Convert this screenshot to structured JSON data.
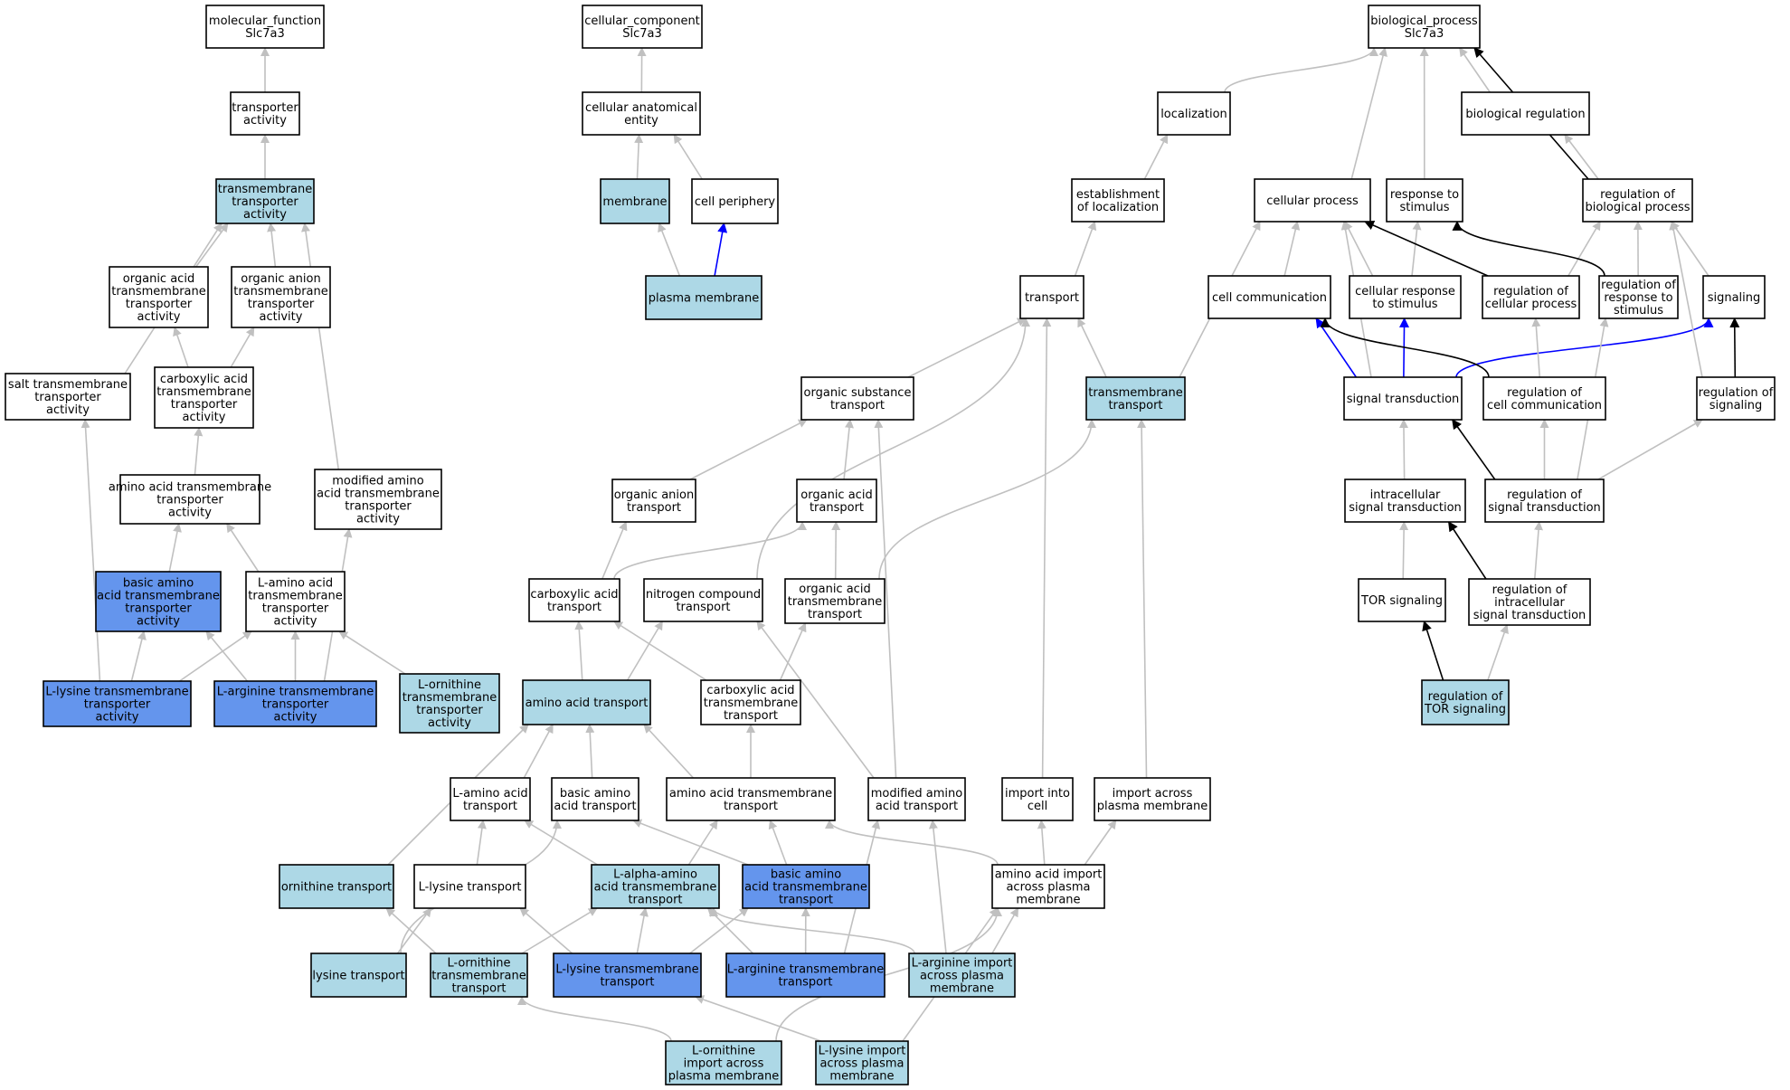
{
  "colors": {
    "plain": "#ffffff",
    "light": "#add8e6",
    "strong": "#6495ed",
    "edge_gray": "#c0c0c0",
    "edge_black": "#000000",
    "edge_blue": "#0000ff"
  },
  "nodes": {
    "mf_root": {
      "lines": [
        "molecular_function",
        "Slc7a3"
      ],
      "fill": "plain"
    },
    "transporter_activity": {
      "lines": [
        "transporter",
        "activity"
      ],
      "fill": "plain"
    },
    "tm_transporter_activity": {
      "lines": [
        "transmembrane",
        "transporter",
        "activity"
      ],
      "fill": "light"
    },
    "org_acid_tm_act": {
      "lines": [
        "organic acid",
        "transmembrane",
        "transporter",
        "activity"
      ],
      "fill": "plain"
    },
    "org_anion_tm_act": {
      "lines": [
        "organic anion",
        "transmembrane",
        "transporter",
        "activity"
      ],
      "fill": "plain"
    },
    "salt_tm_act": {
      "lines": [
        "salt transmembrane",
        "transporter",
        "activity"
      ],
      "fill": "plain"
    },
    "carbox_tm_act": {
      "lines": [
        "carboxylic acid",
        "transmembrane",
        "transporter",
        "activity"
      ],
      "fill": "plain"
    },
    "aa_tm_act": {
      "lines": [
        "amino acid transmembrane",
        "transporter",
        "activity"
      ],
      "fill": "plain"
    },
    "mod_aa_tm_act": {
      "lines": [
        "modified amino",
        "acid transmembrane",
        "transporter",
        "activity"
      ],
      "fill": "plain"
    },
    "basic_aa_tm_act": {
      "lines": [
        "basic amino",
        "acid transmembrane",
        "transporter",
        "activity"
      ],
      "fill": "strong"
    },
    "l_aa_tm_act": {
      "lines": [
        "L-amino acid",
        "transmembrane",
        "transporter",
        "activity"
      ],
      "fill": "plain"
    },
    "l_lys_tm_act": {
      "lines": [
        "L-lysine transmembrane",
        "transporter",
        "activity"
      ],
      "fill": "strong"
    },
    "l_arg_tm_act": {
      "lines": [
        "L-arginine transmembrane",
        "transporter",
        "activity"
      ],
      "fill": "strong"
    },
    "l_orn_tm_act": {
      "lines": [
        "L-ornithine",
        "transmembrane",
        "transporter",
        "activity"
      ],
      "fill": "light"
    },
    "cc_root": {
      "lines": [
        "cellular_component",
        "Slc7a3"
      ],
      "fill": "plain"
    },
    "cell_anat_entity": {
      "lines": [
        "cellular anatomical",
        "entity"
      ],
      "fill": "plain"
    },
    "membrane": {
      "lines": [
        "membrane"
      ],
      "fill": "light"
    },
    "cell_periphery": {
      "lines": [
        "cell periphery"
      ],
      "fill": "plain"
    },
    "plasma_membrane": {
      "lines": [
        "plasma membrane"
      ],
      "fill": "light"
    },
    "bp_root": {
      "lines": [
        "biological_process",
        "Slc7a3"
      ],
      "fill": "plain"
    },
    "localization": {
      "lines": [
        "localization"
      ],
      "fill": "plain"
    },
    "bio_regulation": {
      "lines": [
        "biological regulation"
      ],
      "fill": "plain"
    },
    "establish_loc": {
      "lines": [
        "establishment",
        "of localization"
      ],
      "fill": "plain"
    },
    "cellular_process": {
      "lines": [
        "cellular process"
      ],
      "fill": "plain"
    },
    "response_stimulus": {
      "lines": [
        "response to",
        "stimulus"
      ],
      "fill": "plain"
    },
    "reg_bio_process": {
      "lines": [
        "regulation of",
        "biological process"
      ],
      "fill": "plain"
    },
    "transport": {
      "lines": [
        "transport"
      ],
      "fill": "plain"
    },
    "cell_communication": {
      "lines": [
        "cell communication"
      ],
      "fill": "plain"
    },
    "cell_response_stim": {
      "lines": [
        "cellular response",
        "to stimulus"
      ],
      "fill": "plain"
    },
    "reg_cell_process": {
      "lines": [
        "regulation of",
        "cellular process"
      ],
      "fill": "plain"
    },
    "reg_response_stim": {
      "lines": [
        "regulation of",
        "response to",
        "stimulus"
      ],
      "fill": "plain"
    },
    "signaling": {
      "lines": [
        "signaling"
      ],
      "fill": "plain"
    },
    "org_subst_transport": {
      "lines": [
        "organic substance",
        "transport"
      ],
      "fill": "plain"
    },
    "tm_transport": {
      "lines": [
        "transmembrane",
        "transport"
      ],
      "fill": "light"
    },
    "signal_transduction": {
      "lines": [
        "signal transduction"
      ],
      "fill": "plain"
    },
    "reg_cell_comm": {
      "lines": [
        "regulation of",
        "cell communication"
      ],
      "fill": "plain"
    },
    "reg_signaling": {
      "lines": [
        "regulation of",
        "signaling"
      ],
      "fill": "plain"
    },
    "org_anion_transport": {
      "lines": [
        "organic anion",
        "transport"
      ],
      "fill": "plain"
    },
    "org_acid_transport": {
      "lines": [
        "organic acid",
        "transport"
      ],
      "fill": "plain"
    },
    "intracell_sig": {
      "lines": [
        "intracellular",
        "signal transduction"
      ],
      "fill": "plain"
    },
    "reg_sig_trans": {
      "lines": [
        "regulation of",
        "signal transduction"
      ],
      "fill": "plain"
    },
    "carbox_transport": {
      "lines": [
        "carboxylic acid",
        "transport"
      ],
      "fill": "plain"
    },
    "nitrogen_transport": {
      "lines": [
        "nitrogen compound",
        "transport"
      ],
      "fill": "plain"
    },
    "org_acid_tm_transport": {
      "lines": [
        "organic acid",
        "transmembrane",
        "transport"
      ],
      "fill": "plain"
    },
    "tor_signaling": {
      "lines": [
        "TOR signaling"
      ],
      "fill": "plain"
    },
    "reg_intracell_sig": {
      "lines": [
        "regulation of",
        "intracellular",
        "signal transduction"
      ],
      "fill": "plain"
    },
    "aa_transport": {
      "lines": [
        "amino acid transport"
      ],
      "fill": "light"
    },
    "carbox_tm_transport": {
      "lines": [
        "carboxylic acid",
        "transmembrane",
        "transport"
      ],
      "fill": "plain"
    },
    "reg_tor_signaling": {
      "lines": [
        "regulation of",
        "TOR signaling"
      ],
      "fill": "light"
    },
    "l_aa_transport": {
      "lines": [
        "L-amino acid",
        "transport"
      ],
      "fill": "plain"
    },
    "basic_aa_transport": {
      "lines": [
        "basic amino",
        "acid transport"
      ],
      "fill": "plain"
    },
    "aa_tm_transport": {
      "lines": [
        "amino acid transmembrane",
        "transport"
      ],
      "fill": "plain"
    },
    "mod_aa_transport": {
      "lines": [
        "modified amino",
        "acid transport"
      ],
      "fill": "plain"
    },
    "import_into_cell": {
      "lines": [
        "import into",
        "cell"
      ],
      "fill": "plain"
    },
    "import_across_pm": {
      "lines": [
        "import across",
        "plasma membrane"
      ],
      "fill": "plain"
    },
    "ornithine_transport": {
      "lines": [
        "ornithine transport"
      ],
      "fill": "light"
    },
    "l_lysine_transport": {
      "lines": [
        "L-lysine transport"
      ],
      "fill": "plain"
    },
    "l_alpha_aa_tm_transport": {
      "lines": [
        "L-alpha-amino",
        "acid transmembrane",
        "transport"
      ],
      "fill": "light"
    },
    "basic_aa_tm_transport": {
      "lines": [
        "basic amino",
        "acid transmembrane",
        "transport"
      ],
      "fill": "strong"
    },
    "aa_import_pm": {
      "lines": [
        "amino acid import",
        "across plasma",
        "membrane"
      ],
      "fill": "plain"
    },
    "lysine_transport": {
      "lines": [
        "lysine transport"
      ],
      "fill": "light"
    },
    "l_orn_tm_transport": {
      "lines": [
        "L-ornithine",
        "transmembrane",
        "transport"
      ],
      "fill": "light"
    },
    "l_lys_tm_transport": {
      "lines": [
        "L-lysine transmembrane",
        "transport"
      ],
      "fill": "strong"
    },
    "l_arg_tm_transport": {
      "lines": [
        "L-arginine transmembrane",
        "transport"
      ],
      "fill": "strong"
    },
    "l_arg_import_pm": {
      "lines": [
        "L-arginine import",
        "across plasma",
        "membrane"
      ],
      "fill": "light"
    },
    "l_orn_import_pm": {
      "lines": [
        "L-ornithine",
        "import across",
        "plasma membrane"
      ],
      "fill": "light"
    },
    "l_lys_import_pm": {
      "lines": [
        "L-lysine import",
        "across plasma",
        "membrane"
      ],
      "fill": "light"
    }
  },
  "edges": [
    [
      "transporter_activity",
      "mf_root",
      "gray"
    ],
    [
      "tm_transporter_activity",
      "transporter_activity",
      "gray"
    ],
    [
      "org_acid_tm_act",
      "tm_transporter_activity",
      "gray"
    ],
    [
      "org_anion_tm_act",
      "tm_transporter_activity",
      "gray"
    ],
    [
      "salt_tm_act",
      "tm_transporter_activity",
      "gray"
    ],
    [
      "mod_aa_tm_act",
      "tm_transporter_activity",
      "gray"
    ],
    [
      "carbox_tm_act",
      "org_acid_tm_act",
      "gray"
    ],
    [
      "carbox_tm_act",
      "org_anion_tm_act",
      "gray"
    ],
    [
      "aa_tm_act",
      "carbox_tm_act",
      "gray"
    ],
    [
      "basic_aa_tm_act",
      "aa_tm_act",
      "gray"
    ],
    [
      "l_aa_tm_act",
      "aa_tm_act",
      "gray"
    ],
    [
      "l_lys_tm_act",
      "salt_tm_act",
      "gray"
    ],
    [
      "l_lys_tm_act",
      "basic_aa_tm_act",
      "gray"
    ],
    [
      "l_lys_tm_act",
      "l_aa_tm_act",
      "gray"
    ],
    [
      "l_arg_tm_act",
      "basic_aa_tm_act",
      "gray"
    ],
    [
      "l_arg_tm_act",
      "l_aa_tm_act",
      "gray"
    ],
    [
      "l_arg_tm_act",
      "mod_aa_tm_act",
      "gray"
    ],
    [
      "l_orn_tm_act",
      "l_aa_tm_act",
      "gray"
    ],
    [
      "cell_anat_entity",
      "cc_root",
      "gray"
    ],
    [
      "membrane",
      "cell_anat_entity",
      "gray"
    ],
    [
      "cell_periphery",
      "cell_anat_entity",
      "gray"
    ],
    [
      "plasma_membrane",
      "membrane",
      "gray"
    ],
    [
      "plasma_membrane",
      "cell_periphery",
      "blue"
    ],
    [
      "localization",
      "bp_root",
      "gray"
    ],
    [
      "cellular_process",
      "bp_root",
      "gray"
    ],
    [
      "response_stimulus",
      "bp_root",
      "gray"
    ],
    [
      "bio_regulation",
      "bp_root",
      "gray"
    ],
    [
      "reg_bio_process",
      "bp_root",
      "black"
    ],
    [
      "reg_bio_process",
      "bio_regulation",
      "gray"
    ],
    [
      "establish_loc",
      "localization",
      "gray"
    ],
    [
      "transport",
      "establish_loc",
      "gray"
    ],
    [
      "cell_communication",
      "cellular_process",
      "gray"
    ],
    [
      "cell_response_stim",
      "cellular_process",
      "gray"
    ],
    [
      "cell_response_stim",
      "response_stimulus",
      "gray"
    ],
    [
      "reg_cell_process",
      "cellular_process",
      "black"
    ],
    [
      "reg_cell_process",
      "reg_bio_process",
      "gray"
    ],
    [
      "reg_response_stim",
      "response_stimulus",
      "black"
    ],
    [
      "reg_response_stim",
      "reg_bio_process",
      "gray"
    ],
    [
      "signaling",
      "reg_bio_process",
      "gray"
    ],
    [
      "tm_transport",
      "transport",
      "gray"
    ],
    [
      "tm_transport",
      "cellular_process",
      "gray"
    ],
    [
      "org_subst_transport",
      "transport",
      "gray"
    ],
    [
      "signal_transduction",
      "cellular_process",
      "gray"
    ],
    [
      "signal_transduction",
      "cell_communication",
      "blue"
    ],
    [
      "signal_transduction",
      "cell_response_stim",
      "blue"
    ],
    [
      "signal_transduction",
      "signaling",
      "blue"
    ],
    [
      "reg_cell_comm",
      "cell_communication",
      "black"
    ],
    [
      "reg_cell_comm",
      "reg_cell_process",
      "gray"
    ],
    [
      "reg_signaling",
      "signaling",
      "black"
    ],
    [
      "reg_signaling",
      "reg_bio_process",
      "gray"
    ],
    [
      "intracell_sig",
      "signal_transduction",
      "gray"
    ],
    [
      "reg_sig_trans",
      "signal_transduction",
      "black"
    ],
    [
      "reg_sig_trans",
      "reg_cell_comm",
      "gray"
    ],
    [
      "reg_sig_trans",
      "reg_signaling",
      "gray"
    ],
    [
      "reg_sig_trans",
      "reg_response_stim",
      "gray"
    ],
    [
      "tor_signaling",
      "intracell_sig",
      "gray"
    ],
    [
      "reg_intracell_sig",
      "intracell_sig",
      "black"
    ],
    [
      "reg_intracell_sig",
      "reg_sig_trans",
      "gray"
    ],
    [
      "reg_tor_signaling",
      "tor_signaling",
      "black"
    ],
    [
      "reg_tor_signaling",
      "reg_intracell_sig",
      "gray"
    ],
    [
      "org_anion_transport",
      "org_subst_transport",
      "gray"
    ],
    [
      "org_acid_transport",
      "org_subst_transport",
      "gray"
    ],
    [
      "mod_aa_transport",
      "org_subst_transport",
      "gray"
    ],
    [
      "carbox_transport",
      "org_anion_transport",
      "gray"
    ],
    [
      "carbox_transport",
      "org_acid_transport",
      "gray"
    ],
    [
      "nitrogen_transport",
      "transport",
      "gray"
    ],
    [
      "org_acid_tm_transport",
      "org_acid_transport",
      "gray"
    ],
    [
      "org_acid_tm_transport",
      "tm_transport",
      "gray"
    ],
    [
      "aa_transport",
      "carbox_transport",
      "gray"
    ],
    [
      "aa_transport",
      "nitrogen_transport",
      "gray"
    ],
    [
      "carbox_tm_transport",
      "carbox_transport",
      "gray"
    ],
    [
      "carbox_tm_transport",
      "org_acid_tm_transport",
      "gray"
    ],
    [
      "l_aa_transport",
      "aa_transport",
      "gray"
    ],
    [
      "basic_aa_transport",
      "aa_transport",
      "gray"
    ],
    [
      "aa_tm_transport",
      "aa_transport",
      "gray"
    ],
    [
      "aa_tm_transport",
      "carbox_tm_transport",
      "gray"
    ],
    [
      "mod_aa_transport",
      "nitrogen_transport",
      "gray"
    ],
    [
      "import_into_cell",
      "transport",
      "gray"
    ],
    [
      "import_across_pm",
      "tm_transport",
      "gray"
    ],
    [
      "ornithine_transport",
      "aa_transport",
      "gray"
    ],
    [
      "l_lysine_transport",
      "l_aa_transport",
      "gray"
    ],
    [
      "l_alpha_aa_tm_transport",
      "l_aa_transport",
      "gray"
    ],
    [
      "l_alpha_aa_tm_transport",
      "aa_tm_transport",
      "gray"
    ],
    [
      "basic_aa_tm_transport",
      "basic_aa_transport",
      "gray"
    ],
    [
      "basic_aa_tm_transport",
      "aa_tm_transport",
      "gray"
    ],
    [
      "aa_import_pm",
      "aa_tm_transport",
      "gray"
    ],
    [
      "aa_import_pm",
      "import_into_cell",
      "gray"
    ],
    [
      "aa_import_pm",
      "import_across_pm",
      "gray"
    ],
    [
      "lysine_transport",
      "basic_aa_transport",
      "gray"
    ],
    [
      "lysine_transport",
      "l_lysine_transport",
      "gray"
    ],
    [
      "l_orn_tm_transport",
      "ornithine_transport",
      "gray"
    ],
    [
      "l_orn_tm_transport",
      "l_alpha_aa_tm_transport",
      "gray"
    ],
    [
      "l_lys_tm_transport",
      "l_lysine_transport",
      "gray"
    ],
    [
      "l_lys_tm_transport",
      "l_alpha_aa_tm_transport",
      "gray"
    ],
    [
      "l_lys_tm_transport",
      "basic_aa_tm_transport",
      "gray"
    ],
    [
      "l_arg_tm_transport",
      "l_alpha_aa_tm_transport",
      "gray"
    ],
    [
      "l_arg_tm_transport",
      "basic_aa_tm_transport",
      "gray"
    ],
    [
      "l_arg_tm_transport",
      "mod_aa_transport",
      "gray"
    ],
    [
      "l_arg_import_pm",
      "l_alpha_aa_tm_transport",
      "gray"
    ],
    [
      "l_arg_import_pm",
      "aa_import_pm",
      "gray"
    ],
    [
      "l_arg_import_pm",
      "mod_aa_transport",
      "gray"
    ],
    [
      "l_orn_import_pm",
      "l_orn_tm_transport",
      "gray"
    ],
    [
      "l_orn_import_pm",
      "aa_import_pm",
      "gray"
    ],
    [
      "l_lys_import_pm",
      "l_lys_tm_transport",
      "gray"
    ],
    [
      "l_lys_import_pm",
      "aa_import_pm",
      "gray"
    ]
  ]
}
